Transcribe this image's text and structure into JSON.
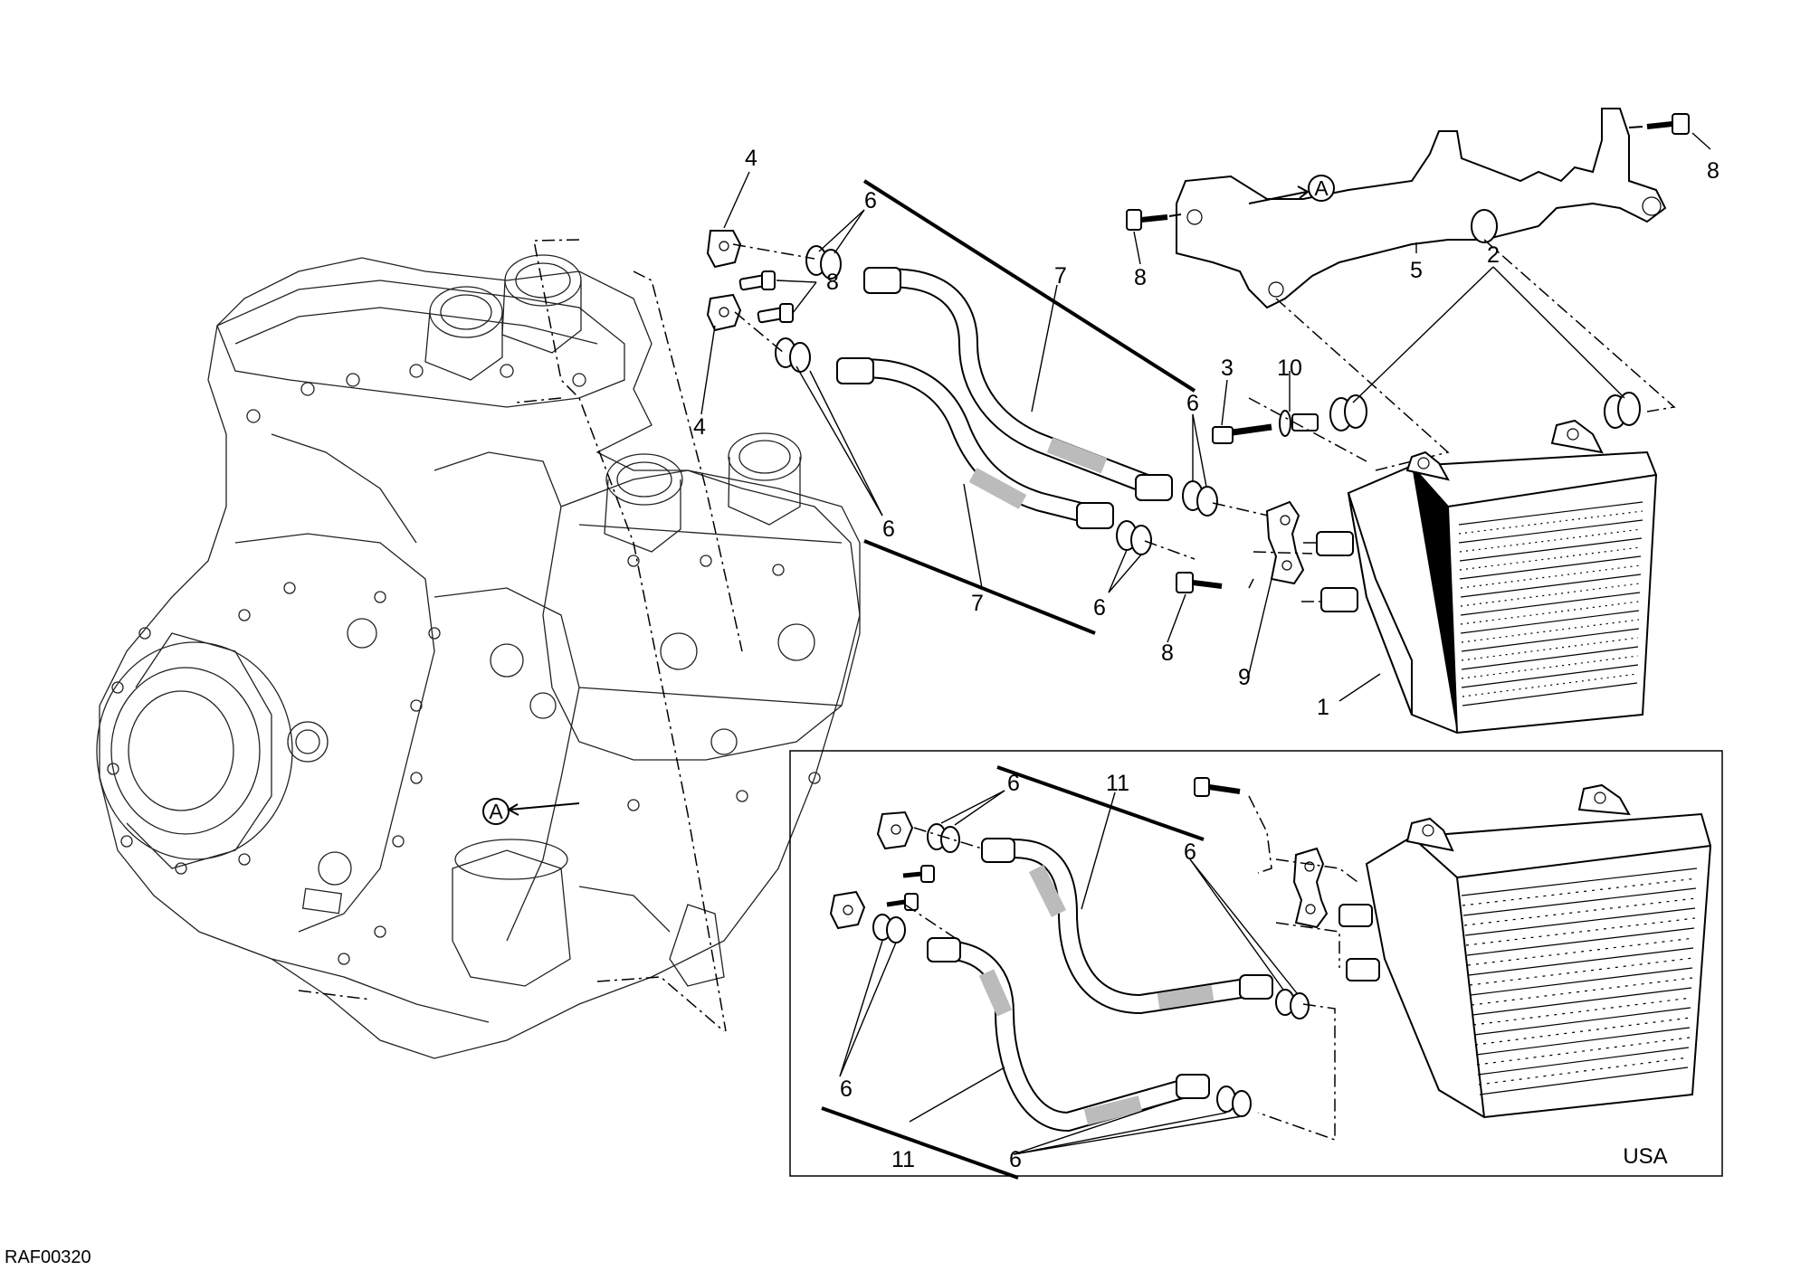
{
  "diagram": {
    "reference_code": "RAF00320",
    "variant_label": "USA",
    "view_marker": "A",
    "callouts": {
      "c1": "1",
      "c2": "2",
      "c3": "3",
      "c4a": "4",
      "c4b": "4",
      "c5": "5",
      "c6a": "6",
      "c6b": "6",
      "c6c": "6",
      "c6d": "6",
      "c6e": "6",
      "c6f": "6",
      "c6g": "6",
      "c7a": "7",
      "c7b": "7",
      "c8a": "8",
      "c8b": "8",
      "c8c": "8",
      "c8d": "8",
      "c9": "9",
      "c10": "10",
      "c11a": "11",
      "c11b": "11"
    }
  }
}
